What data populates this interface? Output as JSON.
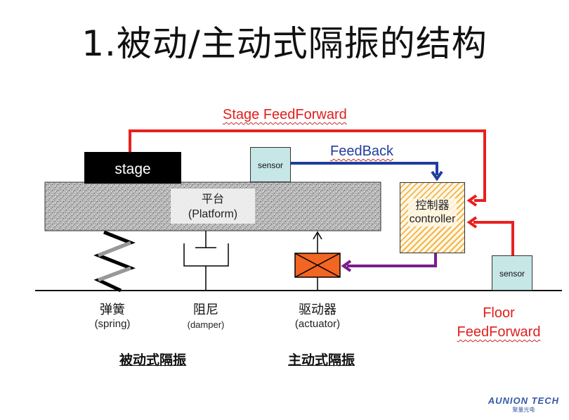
{
  "title": "1.被动/主动式隔振的结构",
  "labels": {
    "stage_feedforward": "Stage FeedForward",
    "feedback": "FeedBack",
    "stage": "stage",
    "sensor_top": "sensor",
    "sensor_floor": "sensor",
    "platform_zh": "平台",
    "platform_en": "(Platform)",
    "controller_zh": "控制器",
    "controller_en": "controller",
    "spring_zh": "弹簧",
    "spring_en": "(spring)",
    "damper_zh": "阻尼",
    "damper_en": "(damper)",
    "actuator_zh": "驱动器",
    "actuator_en": "(actuator)",
    "floor_ff_1": "Floor",
    "floor_ff_2": "FeedForward",
    "passive": "被动式隔振",
    "active": "主动式隔振"
  },
  "logo": {
    "brand": "AUNION TECH",
    "sub": "聚量光电"
  },
  "colors": {
    "feedforward": "#e8201e",
    "feedback": "#1f3d9e",
    "actuation": "#7a1e8c",
    "actuator_fill": "#f26522",
    "sensor_fill": "#c7e6e6"
  }
}
